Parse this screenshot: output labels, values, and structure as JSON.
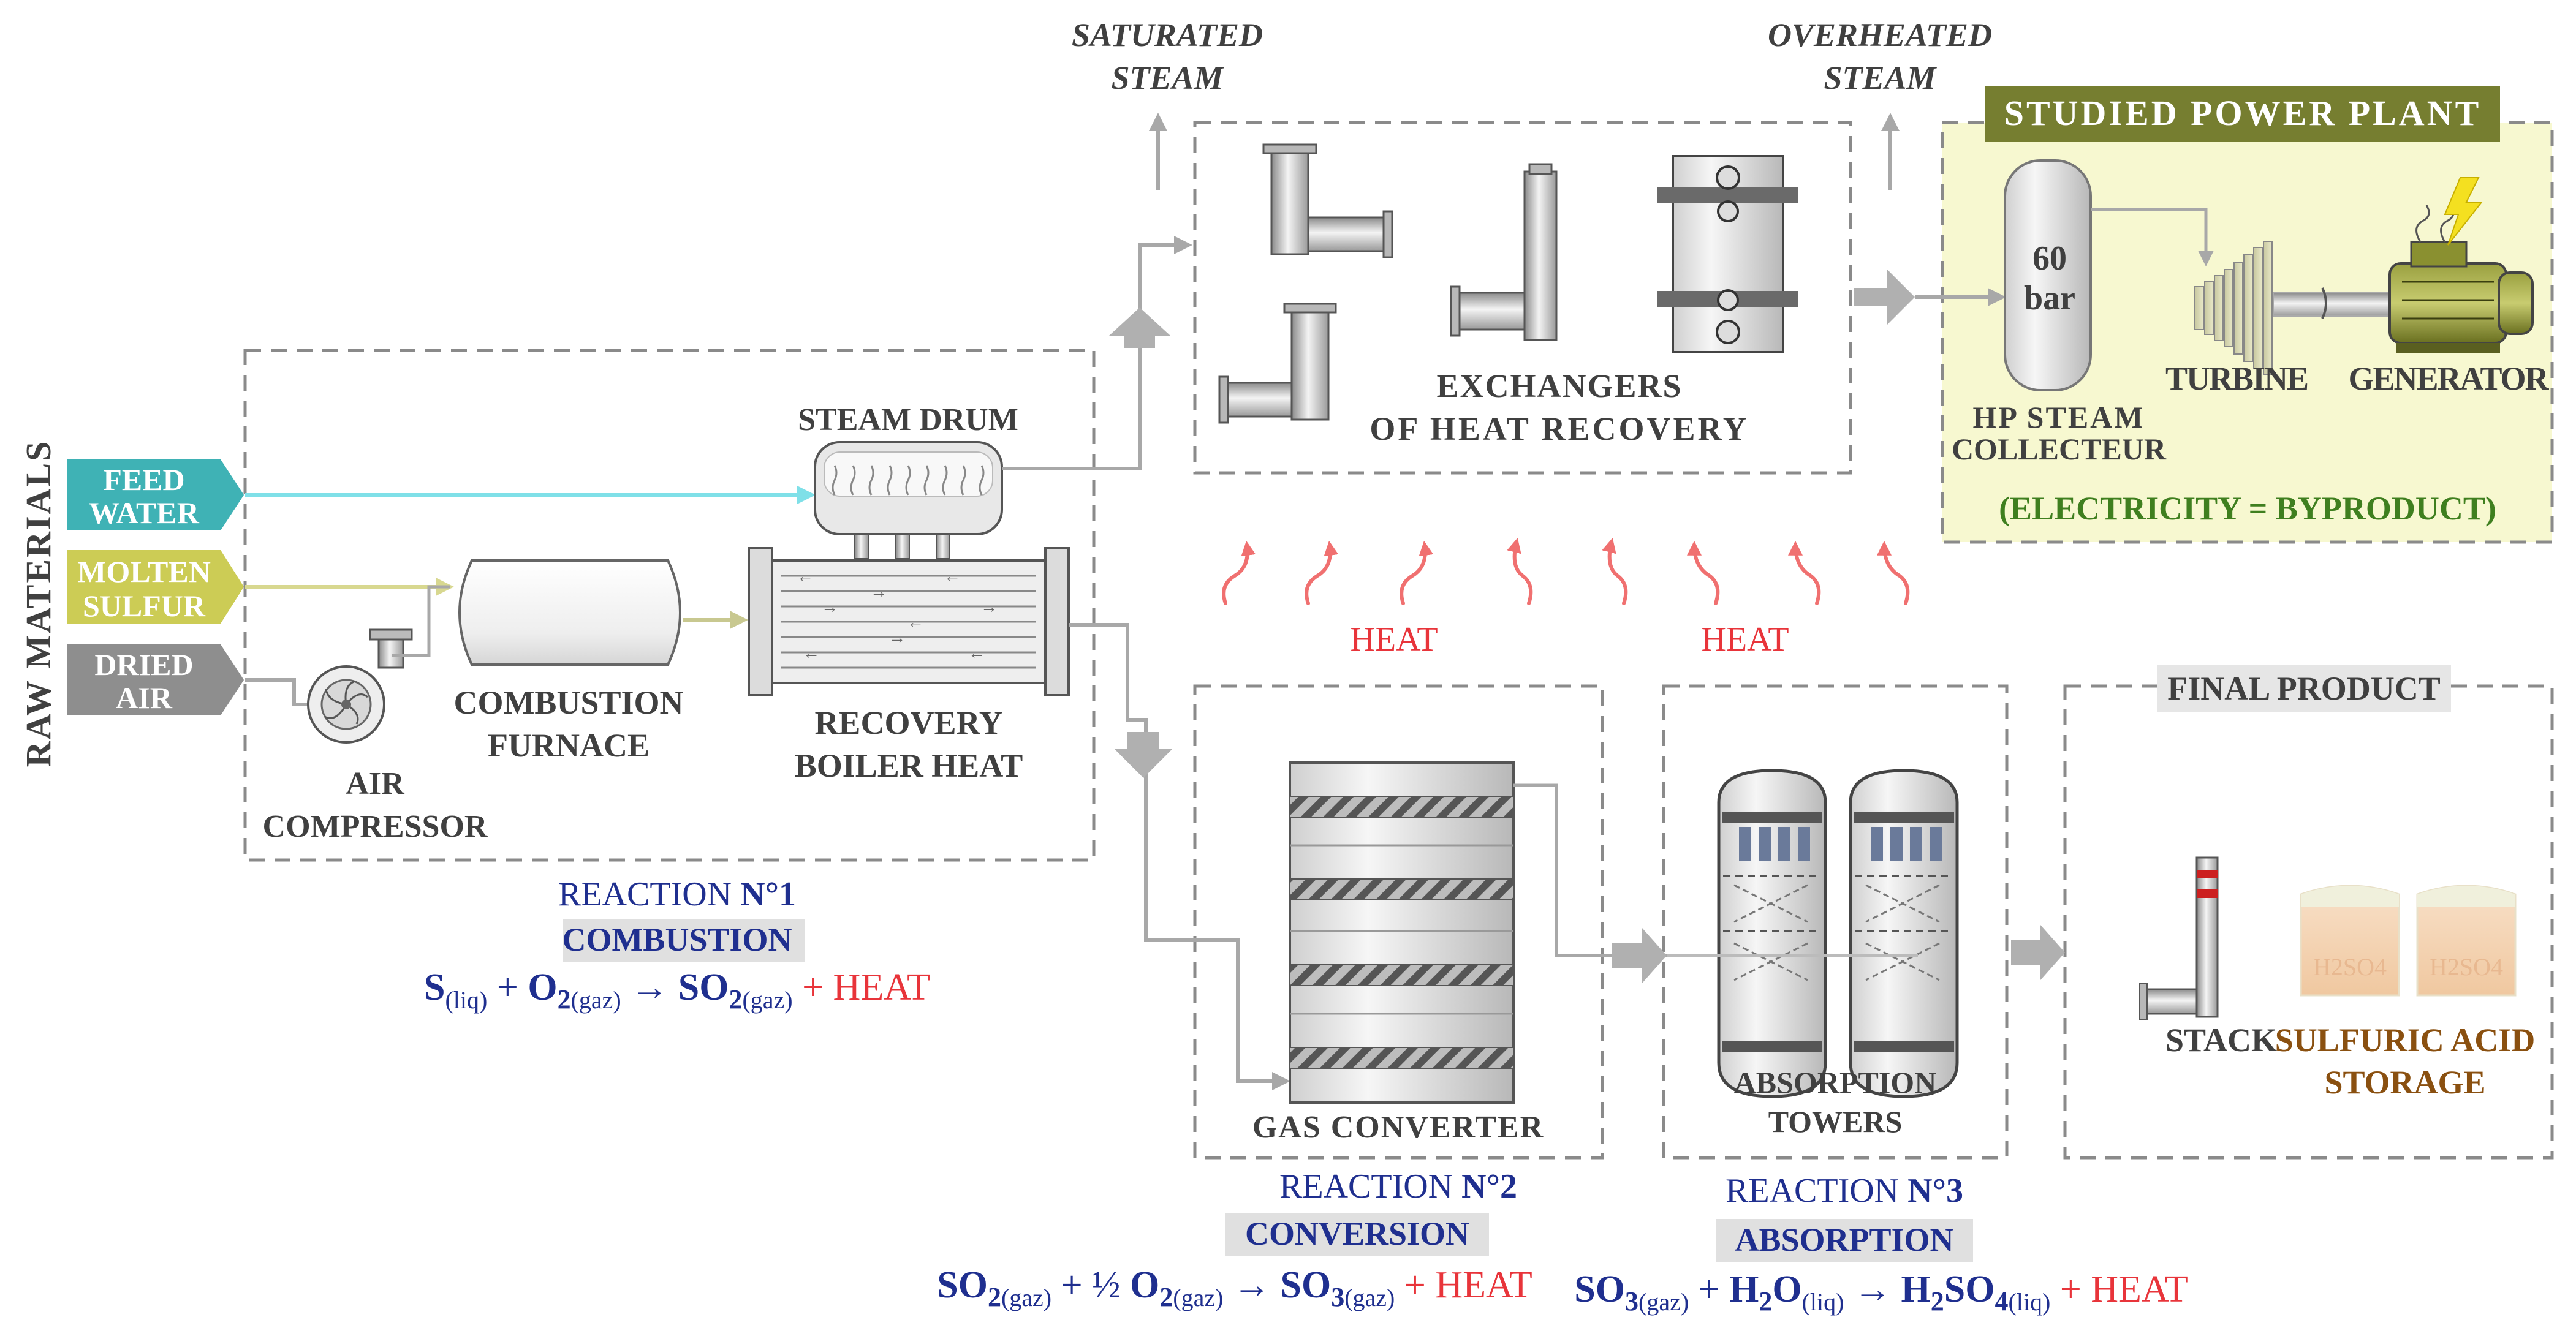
{
  "colors": {
    "dashed_border": "#8a8a8a",
    "arrow_gray": "#a8a8a8",
    "label_dark": "#404040",
    "feed_water": "#3fb2b5",
    "molten_sulfur": "#cccc55",
    "dried_air": "#8e8e8e",
    "heat_red": "#e8343a",
    "reaction_blue": "#1f2f8f",
    "reaction_box": "#e0e0e0",
    "power_plant_fill": "#f7f8d0",
    "power_plant_title_bg": "#767e30",
    "electricity_green": "#3f7f1f",
    "acid_brown": "#8a5010"
  },
  "raw_materials": {
    "title": "RAW MATERIALS",
    "feed_water": [
      "FEED",
      "WATER"
    ],
    "molten_sulfur": [
      "MOLTEN",
      "SULFUR"
    ],
    "dried_air": [
      "DRIED",
      "AIR"
    ]
  },
  "combustion_block": {
    "steam_drum": "STEAM DRUM",
    "furnace": [
      "COMBUSTION",
      "FURNACE"
    ],
    "boiler": [
      "RECOVERY",
      "BOILER HEAT"
    ],
    "compressor": [
      "AIR",
      "COMPRESSOR"
    ]
  },
  "top_labels": {
    "saturated_steam": [
      "SATURATED",
      "STEAM"
    ],
    "overheated_steam": [
      "OVERHEATED",
      "STEAM"
    ]
  },
  "exchangers": [
    "EXCHANGERS",
    "OF HEAT RECOVERY"
  ],
  "power_plant": {
    "title": "STUDIED POWER PLANT",
    "pressure": [
      "60",
      "bar"
    ],
    "collector": [
      "HP STEAM",
      "COLLECTEUR"
    ],
    "turbine": "TURBINE",
    "generator": "GENERATOR",
    "note": "(ELECTRICITY = BYPRODUCT)"
  },
  "heat_labels": [
    "HEAT",
    "HEAT"
  ],
  "converter": "GAS CONVERTER",
  "absorption": [
    "ABSORPTION",
    "TOWERS"
  ],
  "final_product": {
    "title": "FINAL PRODUCT",
    "stack": "STACK",
    "storage": [
      "SULFURIC ACID",
      "STORAGE"
    ],
    "tank_label": "H2SO4"
  },
  "reactions": [
    {
      "title_prefix": "REACTION ",
      "title_number": "N°1",
      "name": "COMBUSTION",
      "equation": [
        {
          "text": "S",
          "style": "b"
        },
        {
          "text": "(liq)",
          "style": "sub"
        },
        {
          "text": " + ",
          "style": "n"
        },
        {
          "text": "O",
          "style": "b"
        },
        {
          "text": "2",
          "style": "bsub"
        },
        {
          "text": "(gaz)",
          "style": "sub"
        },
        {
          "text": " → ",
          "style": "n"
        },
        {
          "text": "SO",
          "style": "b"
        },
        {
          "text": "2",
          "style": "bsub"
        },
        {
          "text": "(gaz)",
          "style": "sub"
        },
        {
          "text": " + HEAT",
          "style": "red"
        }
      ]
    },
    {
      "title_prefix": "REACTION ",
      "title_number": "N°2",
      "name": "CONVERSION",
      "equation": [
        {
          "text": "SO",
          "style": "b"
        },
        {
          "text": "2",
          "style": "bsub"
        },
        {
          "text": "(gaz)",
          "style": "sub"
        },
        {
          "text": " + ½ ",
          "style": "n"
        },
        {
          "text": "O",
          "style": "b"
        },
        {
          "text": "2",
          "style": "bsub"
        },
        {
          "text": "(gaz)",
          "style": "sub"
        },
        {
          "text": " → ",
          "style": "n"
        },
        {
          "text": "SO",
          "style": "b"
        },
        {
          "text": "3",
          "style": "bsub"
        },
        {
          "text": "(gaz)",
          "style": "sub"
        },
        {
          "text": " + HEAT",
          "style": "red"
        }
      ]
    },
    {
      "title_prefix": "REACTION ",
      "title_number": "N°3",
      "name": "ABSORPTION",
      "equation": [
        {
          "text": "SO",
          "style": "b"
        },
        {
          "text": "3",
          "style": "bsub"
        },
        {
          "text": "(gaz)",
          "style": "sub"
        },
        {
          "text": " + ",
          "style": "n"
        },
        {
          "text": "H",
          "style": "b"
        },
        {
          "text": "2",
          "style": "bsub"
        },
        {
          "text": "O",
          "style": "b"
        },
        {
          "text": "(liq)",
          "style": "sub"
        },
        {
          "text": " → ",
          "style": "n"
        },
        {
          "text": "H",
          "style": "b"
        },
        {
          "text": "2",
          "style": "bsub"
        },
        {
          "text": "SO",
          "style": "b"
        },
        {
          "text": "4",
          "style": "bsub"
        },
        {
          "text": "(liq)",
          "style": "sub"
        },
        {
          "text": " + HEAT",
          "style": "red"
        }
      ]
    }
  ]
}
